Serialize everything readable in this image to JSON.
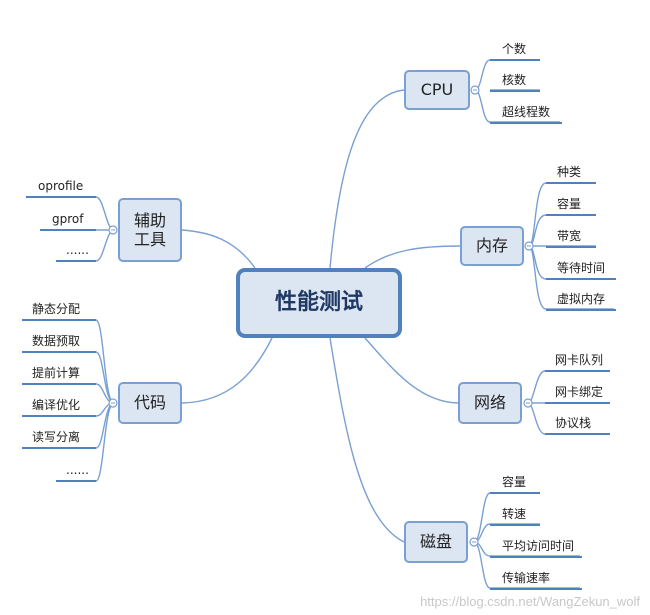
{
  "center": {
    "label": "性能测试"
  },
  "branches": {
    "cpu": {
      "label": "CPU",
      "leaves": [
        "个数",
        "核数",
        "超线程数"
      ]
    },
    "mem": {
      "label": "内存",
      "leaves": [
        "种类",
        "容量",
        "带宽",
        "等待时间",
        "虚拟内存"
      ]
    },
    "net": {
      "label": "网络",
      "leaves": [
        "网卡队列",
        "网卡绑定",
        "协议栈"
      ]
    },
    "disk": {
      "label": "磁盘",
      "leaves": [
        "容量",
        "转速",
        "平均访问时间",
        "传输速率"
      ]
    },
    "aux": {
      "label_line1": "辅助",
      "label_line2": "工具",
      "leaves": [
        "oprofile",
        "gprof",
        "......"
      ]
    },
    "code": {
      "label": "代码",
      "leaves": [
        "静态分配",
        "数据预取",
        "提前计算",
        "编译优化",
        "读写分离",
        "......"
      ]
    }
  },
  "watermark": "https://blog.csdn.net/WangZekun_wolf",
  "colors": {
    "node_fill": "#dce6f2",
    "node_border": "#7aa0d2",
    "center_border": "#4f81bd",
    "line": "#7aa0d2",
    "underline": "#4f81bd"
  }
}
